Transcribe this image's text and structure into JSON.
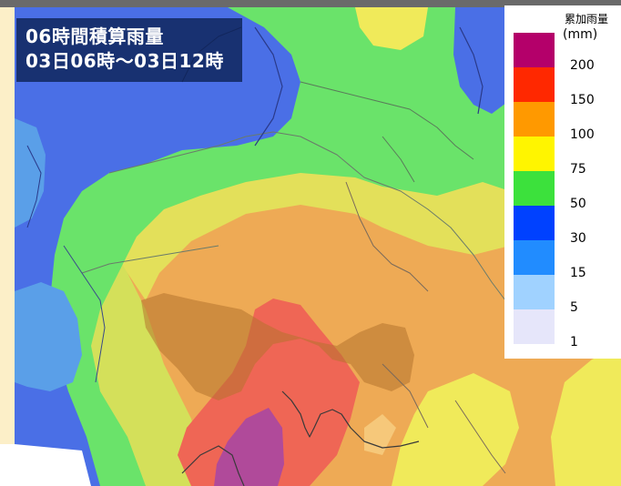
{
  "title": {
    "line1": "06時間積算雨量",
    "line2": "03日06時〜03日12時"
  },
  "legend": {
    "title": "累加雨量",
    "unit": "(mm)",
    "items": [
      {
        "label": "200",
        "color": "#b4006a"
      },
      {
        "label": "150",
        "color": "#ff2800"
      },
      {
        "label": "100",
        "color": "#ff9900"
      },
      {
        "label": "75",
        "color": "#fff500"
      },
      {
        "label": "50",
        "color": "#3ce13c"
      },
      {
        "label": "30",
        "color": "#0041ff"
      },
      {
        "label": "15",
        "color": "#218cff"
      },
      {
        "label": "5",
        "color": "#a0d2ff"
      },
      {
        "label": "1",
        "color": "#e6e6fa"
      }
    ]
  },
  "map_colors": {
    "blue": "#4a6fe6",
    "light_blue": "#5a9fe8",
    "green": "#6ae36a",
    "yellow_green": "#d4e05a",
    "yellow": "#f0ea5a",
    "orange": "#eeaa55",
    "red": "#ef6655",
    "magenta": "#b04a9a",
    "brown_overlay": "#c88a3a"
  }
}
